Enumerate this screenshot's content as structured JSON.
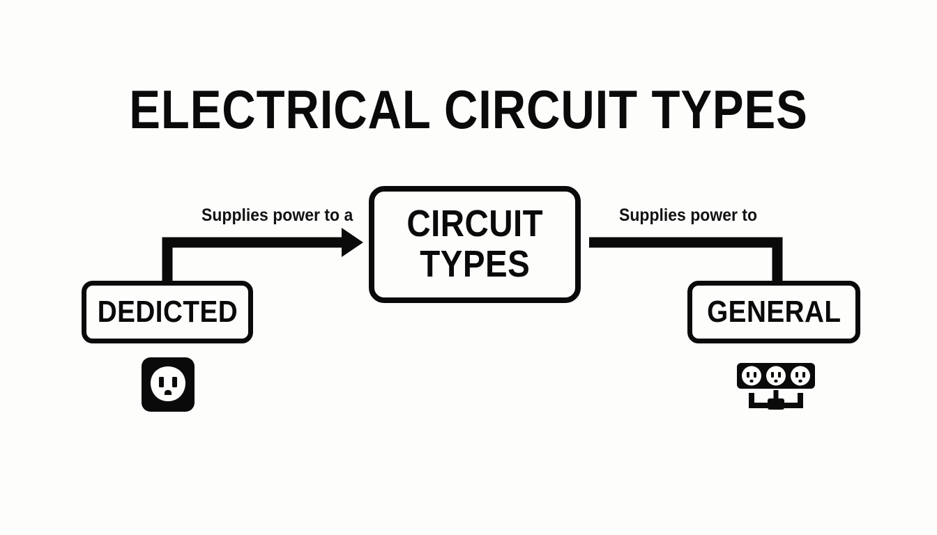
{
  "page": {
    "title": "ELECTRICAL CIRCUIT TYPES",
    "background_color": "#fdfdfc",
    "ink_color": "#0a0a0a"
  },
  "diagram": {
    "type": "flow-diagram",
    "center_node": {
      "name": "circuit-types",
      "line1": "CIRCUIT",
      "line2": "TYPES"
    },
    "left_node": {
      "name": "dedicted",
      "label": "DEDICTED",
      "icon": "wall-outlet-icon"
    },
    "right_node": {
      "name": "general",
      "label": "GENERAL",
      "icon": "power-strip-icon"
    },
    "edges": [
      {
        "name": "edge-left",
        "label": "Supplies power to a",
        "from": "dedicted",
        "to": "circuit-types",
        "arrowhead": true
      },
      {
        "name": "edge-right",
        "label": "Supplies power to",
        "from": "circuit-types",
        "to": "general",
        "arrowhead": false
      }
    ]
  }
}
